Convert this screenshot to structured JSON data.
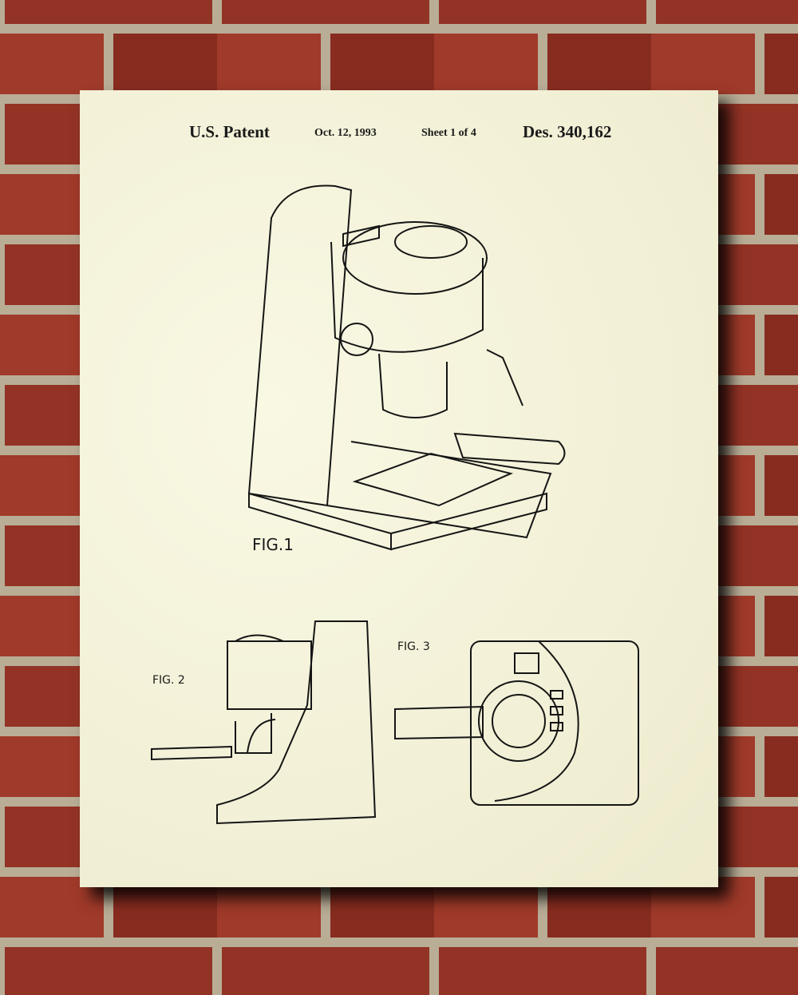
{
  "header": {
    "patent_label": "U.S. Patent",
    "date": "Oct. 12, 1993",
    "sheet": "Sheet 1 of 4",
    "design_number": "Des. 340,162"
  },
  "figures": {
    "fig1": "FIG.1",
    "fig2": "FIG. 2",
    "fig3": "FIG. 3"
  },
  "colors": {
    "paper": "#f3f1d6",
    "brick": "#8c2f22",
    "mortar": "#b9ad96",
    "ink": "#151515"
  }
}
